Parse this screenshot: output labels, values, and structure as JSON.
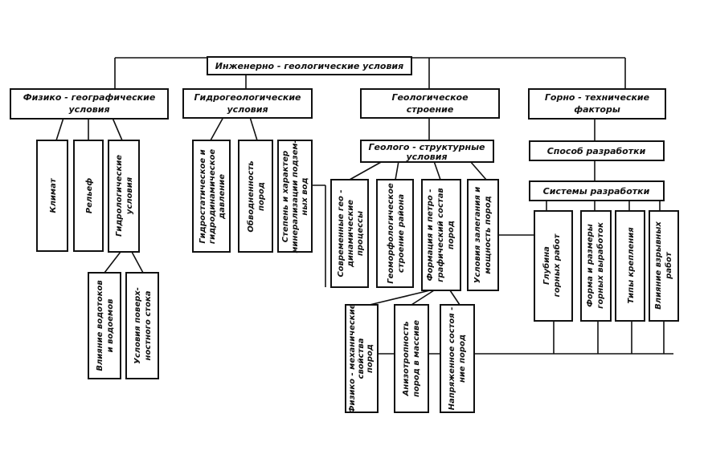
{
  "root": "Инженерно - геологические  условия",
  "cat_physgeo": [
    "Физико - географические",
    "условия"
  ],
  "cat_hydro": [
    "Гидрогеологические",
    "условия"
  ],
  "cat_geo": [
    "Геологическое",
    "строение"
  ],
  "cat_mining": [
    "Горно - технические",
    "факторы"
  ],
  "climate": "Климат",
  "relief": "Рельеф",
  "hydrologic": [
    "Гидрологические",
    "условия"
  ],
  "water_influence": [
    "Влияние водотоков",
    "и водоемов"
  ],
  "surface_runoff": [
    "Условия поверх-",
    "ностного стока"
  ],
  "hydrostatic_pressure": [
    "Гидростатическое и",
    "гидродинамическое",
    "давление"
  ],
  "water_content": [
    "Обводненность",
    "пород"
  ],
  "mineralization": [
    "Степень и характер",
    "минерализации подзем-",
    "ных вод"
  ],
  "geostructural": [
    "Геолого - структурные",
    "условия"
  ],
  "geodynamic": [
    "Современные гео -",
    "динамические",
    "процессы"
  ],
  "geomorph": [
    "Геоморфологическое",
    "строение района"
  ],
  "formation": [
    "Формация и петро -",
    "графический состав",
    "пород"
  ],
  "bedding": [
    "Условия залегания и",
    "мощность пород"
  ],
  "physmech": [
    "Физико - механические",
    "свойства",
    "пород"
  ],
  "anisotropy": [
    "Анизотропность",
    "пород в массиве"
  ],
  "stress_state": [
    "Напряженное состоя -",
    "ние пород"
  ],
  "dev_method": "Способ  разработки",
  "dev_systems": "Системы  разработки",
  "depth": [
    "Глубина",
    "горных работ"
  ],
  "shape_size": [
    "Форма и размеры",
    "горных выработок"
  ],
  "support_types": "Типы  крепления",
  "blasting": [
    "Влияние  взрывных",
    "работ"
  ]
}
